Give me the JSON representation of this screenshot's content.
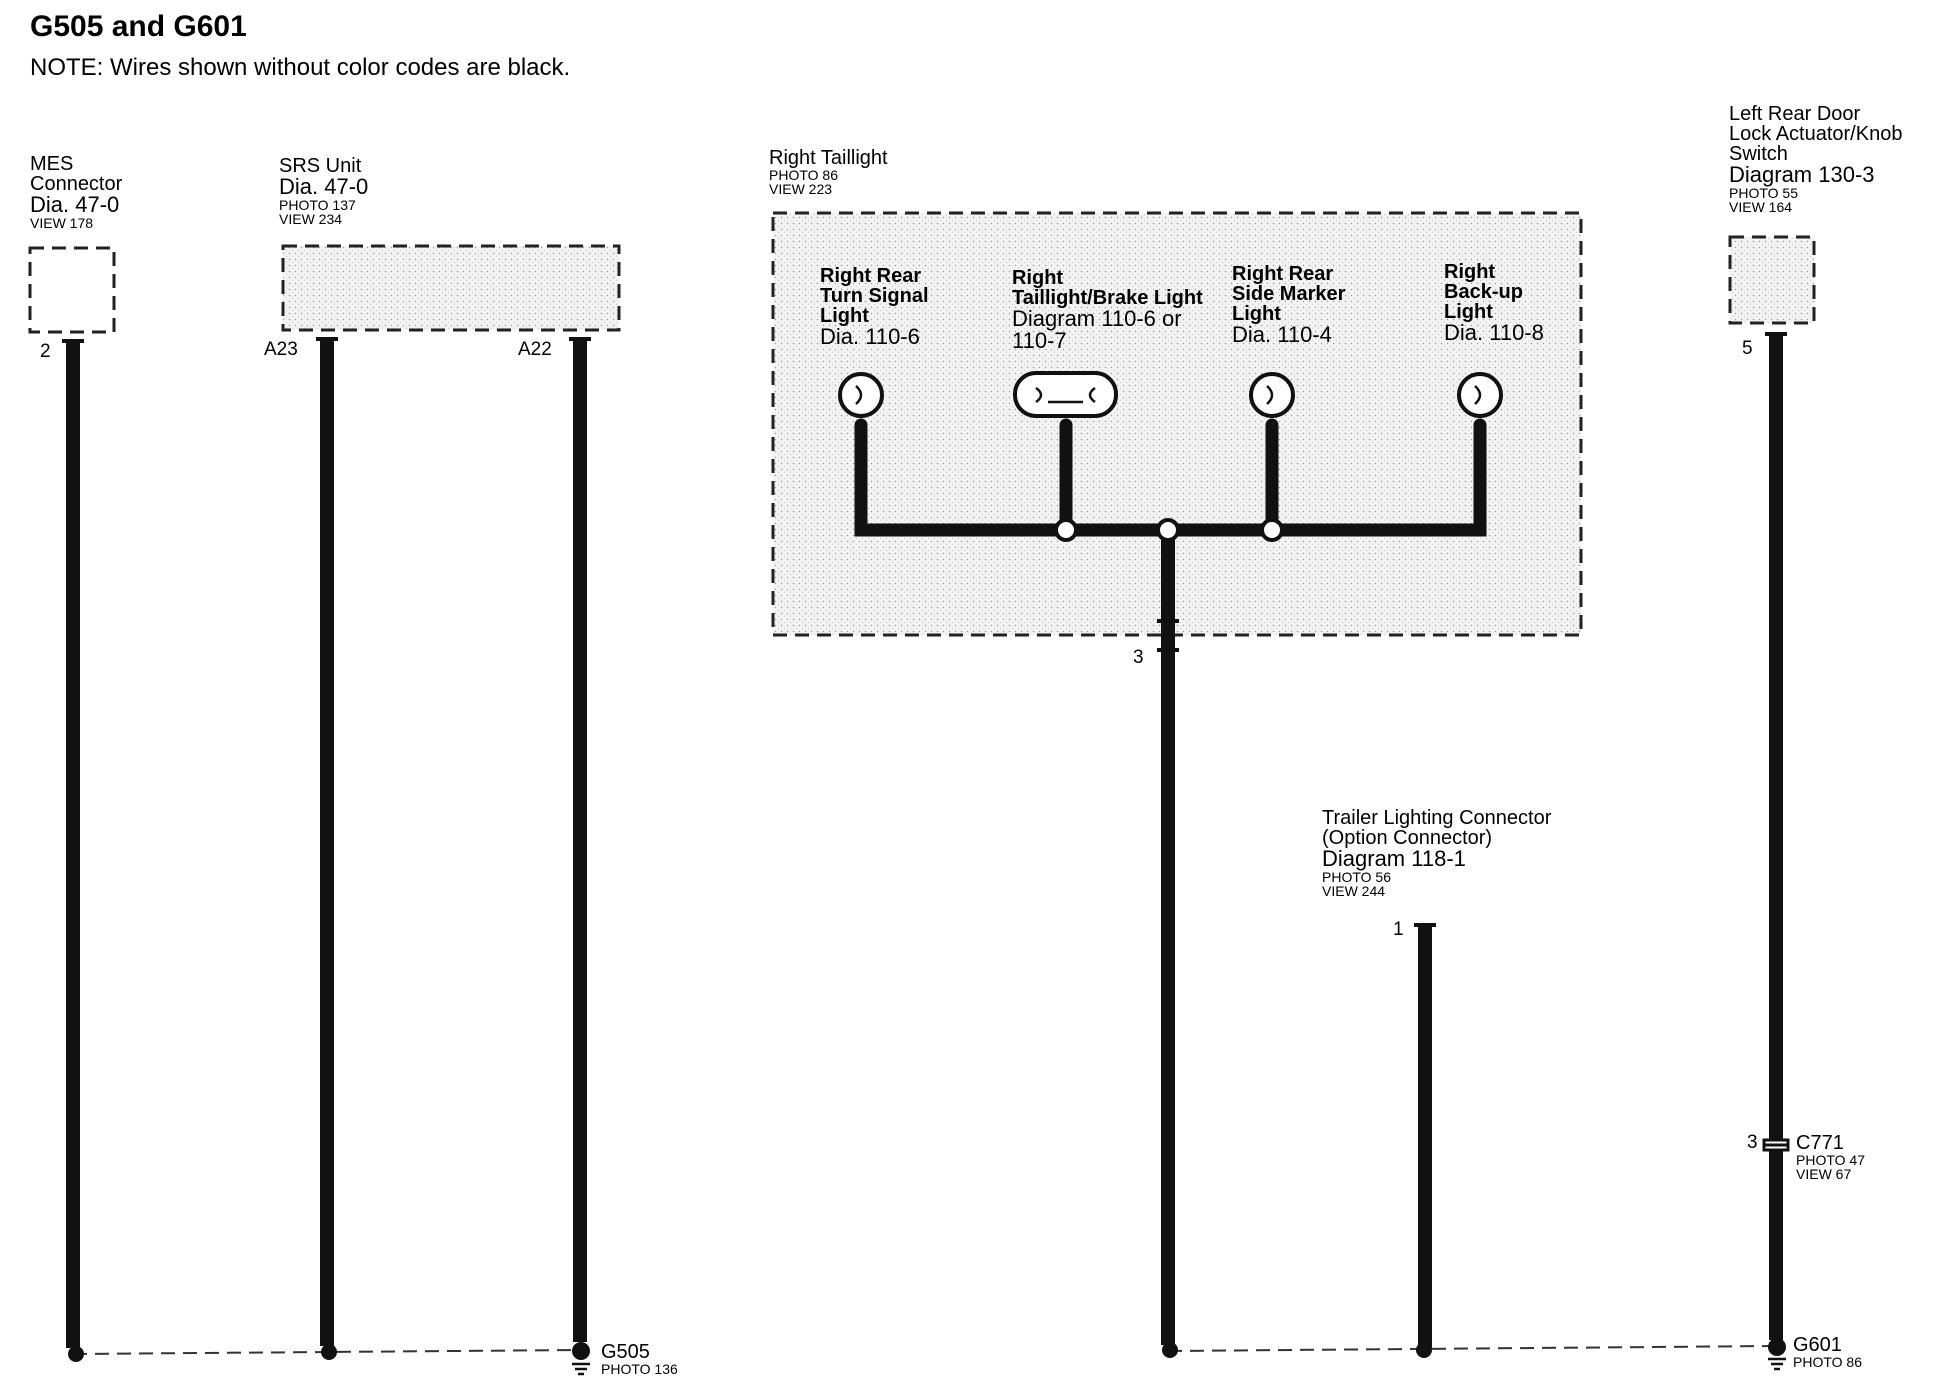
{
  "header": {
    "title": "G505 and G601",
    "note": "NOTE: Wires shown without color codes are black."
  },
  "components": {
    "mes": {
      "name1": "MES",
      "name2": "Connector",
      "dia": "Dia.  47-0",
      "view": "VIEW 178",
      "pin": "2"
    },
    "srs": {
      "name": "SRS Unit",
      "dia": "Dia.  47-0",
      "photo": "PHOTO 137",
      "view": "VIEW 234",
      "pin_a23": "A23",
      "pin_a22": "A22"
    },
    "taillight": {
      "name": "Right Taillight",
      "photo": "PHOTO 86",
      "view": "VIEW 223",
      "pin": "3"
    },
    "turn_signal": {
      "line1": "Right Rear",
      "line2": "Turn Signal",
      "line3": "Light",
      "line4": "Dia. 110-6"
    },
    "brake_light": {
      "line1": "Right",
      "line2": "Taillight/Brake Light",
      "line3": "Diagram 110-6 or",
      "line4": "110-7"
    },
    "side_marker": {
      "line1": "Right Rear",
      "line2": "Side Marker",
      "line3": "Light",
      "line4": "Dia. 110-4"
    },
    "backup": {
      "line1": "Right",
      "line2": "Back-up",
      "line3": "Light",
      "line4": "Dia. 110-8"
    },
    "door_lock": {
      "line1": "Left Rear Door",
      "line2": "Lock Actuator/Knob",
      "line3": "Switch",
      "dia": "Diagram  130-3",
      "photo": "PHOTO 55",
      "view": "VIEW 164",
      "pin": "5"
    },
    "trailer": {
      "line1": "Trailer Lighting Connector",
      "line2": "(Option Connector)",
      "dia": "Diagram  118-1",
      "photo": "PHOTO 56",
      "view": "VIEW 244",
      "pin": "1"
    },
    "c771": {
      "name": "C771",
      "photo": "PHOTO 47",
      "view": "VIEW 67",
      "pin": "3"
    }
  },
  "grounds": {
    "g505": {
      "name": "G505",
      "photo": "PHOTO 136"
    },
    "g601": {
      "name": "G601",
      "photo": "PHOTO 86"
    }
  },
  "colors": {
    "wire": "#111111",
    "dashed": "#333333",
    "shade": "#ececec"
  }
}
